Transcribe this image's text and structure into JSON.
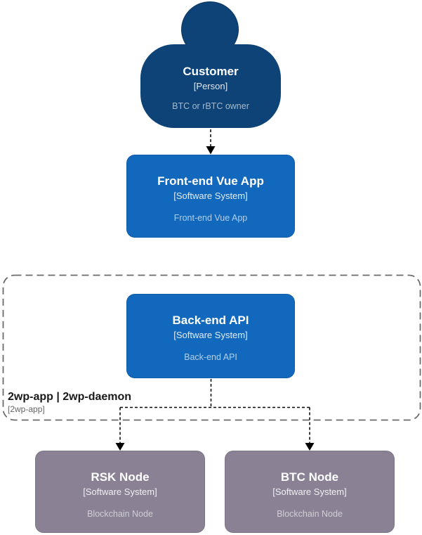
{
  "diagram": {
    "colors": {
      "person_fill": "#0d4377",
      "system_fill": "#1168bd",
      "node_fill": "#8a8294",
      "group_border": "#6b6b6b",
      "connector": "#000000",
      "group_title": "#1a1a1a",
      "group_subtitle": "#666666"
    },
    "nodes": {
      "customer": {
        "title": "Customer",
        "meta": "[Person]",
        "description": "BTC or rBTC owner"
      },
      "frontend": {
        "title": "Front-end Vue App",
        "meta": "[Software System]",
        "description": "Front-end Vue App"
      },
      "backend": {
        "title": "Back-end API",
        "meta": "[Software System]",
        "description": "Back-end API"
      },
      "rsk_node": {
        "title": "RSK Node",
        "meta": "[Software System]",
        "description": "Blockchain Node"
      },
      "btc_node": {
        "title": "BTC Node",
        "meta": "[Software System]",
        "description": "Blockchain Node"
      }
    },
    "group": {
      "title": "2wp-app | 2wp-daemon",
      "subtitle": "[2wp-app]"
    },
    "edges": [
      {
        "from": "customer",
        "to": "frontend",
        "style": "dashed"
      },
      {
        "from": "backend",
        "to": "rsk_node",
        "style": "dashed"
      },
      {
        "from": "backend",
        "to": "btc_node",
        "style": "dashed"
      }
    ]
  }
}
